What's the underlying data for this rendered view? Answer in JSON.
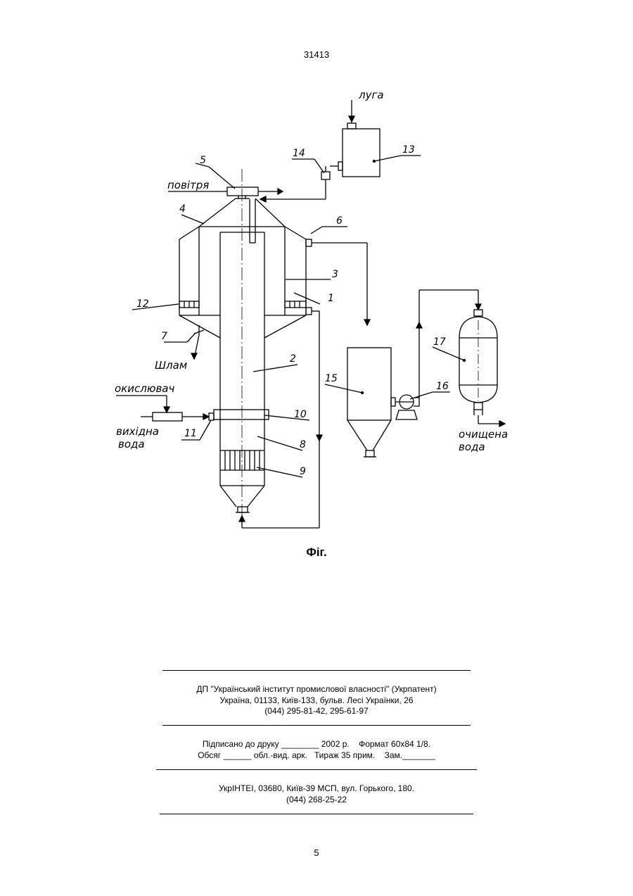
{
  "header": {
    "doc_number": "31413"
  },
  "figure": {
    "caption": "Фіг.",
    "stream_labels": {
      "lye": "луга",
      "air": "повітря",
      "sludge": "Шлам",
      "oxidant": "окислювач",
      "source_water_1": "вихідна",
      "source_water_2": "вода",
      "purified_water_1": "очищена",
      "purified_water_2": "вода"
    },
    "part_numbers": [
      "1",
      "2",
      "3",
      "4",
      "5",
      "6",
      "7",
      "8",
      "9",
      "10",
      "11",
      "12",
      "13",
      "14",
      "15",
      "16",
      "17"
    ]
  },
  "imprint": {
    "publisher_line1": "ДП \"Український інститут промислової власності\" (Укрпатент)",
    "publisher_line2": "Україна, 01133, Київ-133, бульв. Лесі Українки, 26",
    "publisher_line3": "(044) 295-81-42, 295-61-97",
    "print_line1": "Підписано до друку ________ 2002 р.    Формат 60х84 1/8.",
    "print_line2": "Обсяг ______ обл.-вид. арк.   Тираж 35 прим.    Зам._______",
    "printer_line1": "УкрІНТЕІ, 03680, Київ-39 МСП, вул. Горького, 180.",
    "printer_line2": "(044) 268-25-22"
  },
  "footer": {
    "page_number": "5"
  }
}
